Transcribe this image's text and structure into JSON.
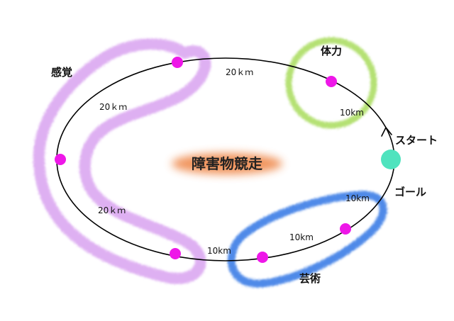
{
  "title": "障害物競走",
  "zones": {
    "sense": {
      "label": "感覚",
      "color": "#d9a3f0"
    },
    "stamina": {
      "label": "体力",
      "color": "#a8dc5c"
    },
    "art": {
      "label": "芸術",
      "color": "#3d7ee6"
    }
  },
  "track": {
    "start_label": "スタート",
    "goal_label": "ゴール",
    "start_color": "#4fe3be",
    "checkpoint_color": "#ee17e8"
  },
  "distances": [
    "20ｋｍ",
    "20ｋｍ",
    "20ｋｍ",
    "10km",
    "10km",
    "10km",
    "10km"
  ]
}
